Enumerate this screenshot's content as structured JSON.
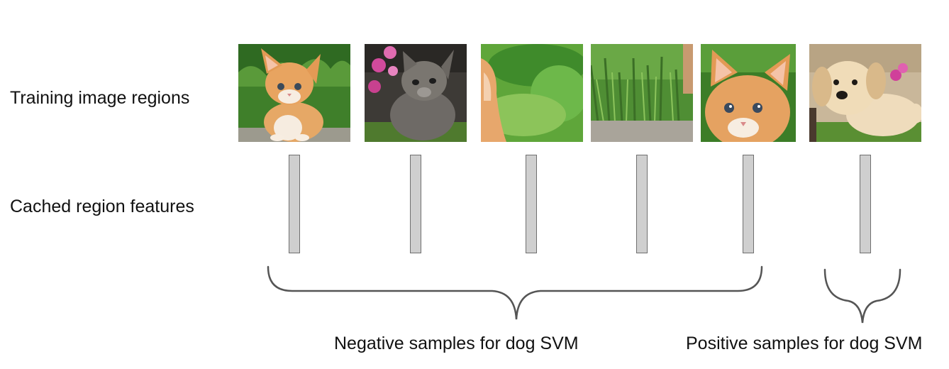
{
  "row_labels": {
    "regions": "Training image regions",
    "features": "Cached region features"
  },
  "groups": {
    "negative": "Negative samples for dog SVM",
    "positive": "Positive samples for dog SVM"
  },
  "regions": [
    {
      "icon": "kitten-full-icon"
    },
    {
      "icon": "gray-kitten-flowers-icon"
    },
    {
      "icon": "kitten-edge-grass-icon"
    },
    {
      "icon": "grass-background-icon"
    },
    {
      "icon": "kitten-face-closeup-icon"
    },
    {
      "icon": "puppy-icon"
    }
  ],
  "colors": {
    "bar_fill": "#cfcfcf",
    "bar_border": "#6f6f6f",
    "brace": "#555555"
  }
}
